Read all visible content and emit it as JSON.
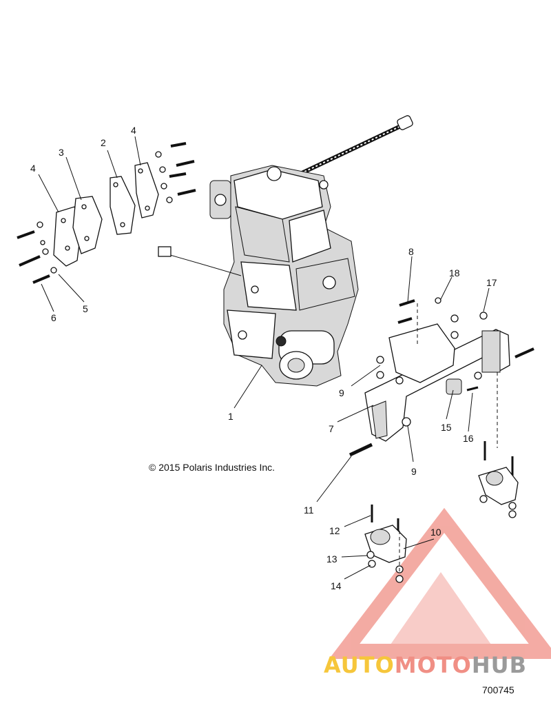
{
  "diagram": {
    "copyright": "© 2015 Polaris Industries Inc.",
    "reference_number": "700745",
    "callouts": [
      "1",
      "2",
      "3",
      "4",
      "4",
      "5",
      "6",
      "7",
      "8",
      "9",
      "9",
      "10",
      "11",
      "12",
      "13",
      "14",
      "15",
      "16",
      "17",
      "18"
    ]
  },
  "watermark": {
    "brand_auto": "AUTO",
    "brand_moto": "MOTO",
    "brand_hub": "HUB",
    "colors": {
      "auto": "#f6c63b",
      "moto": "#f08f85",
      "hub": "#9a9a9a",
      "triangle": "#f08f85"
    }
  }
}
